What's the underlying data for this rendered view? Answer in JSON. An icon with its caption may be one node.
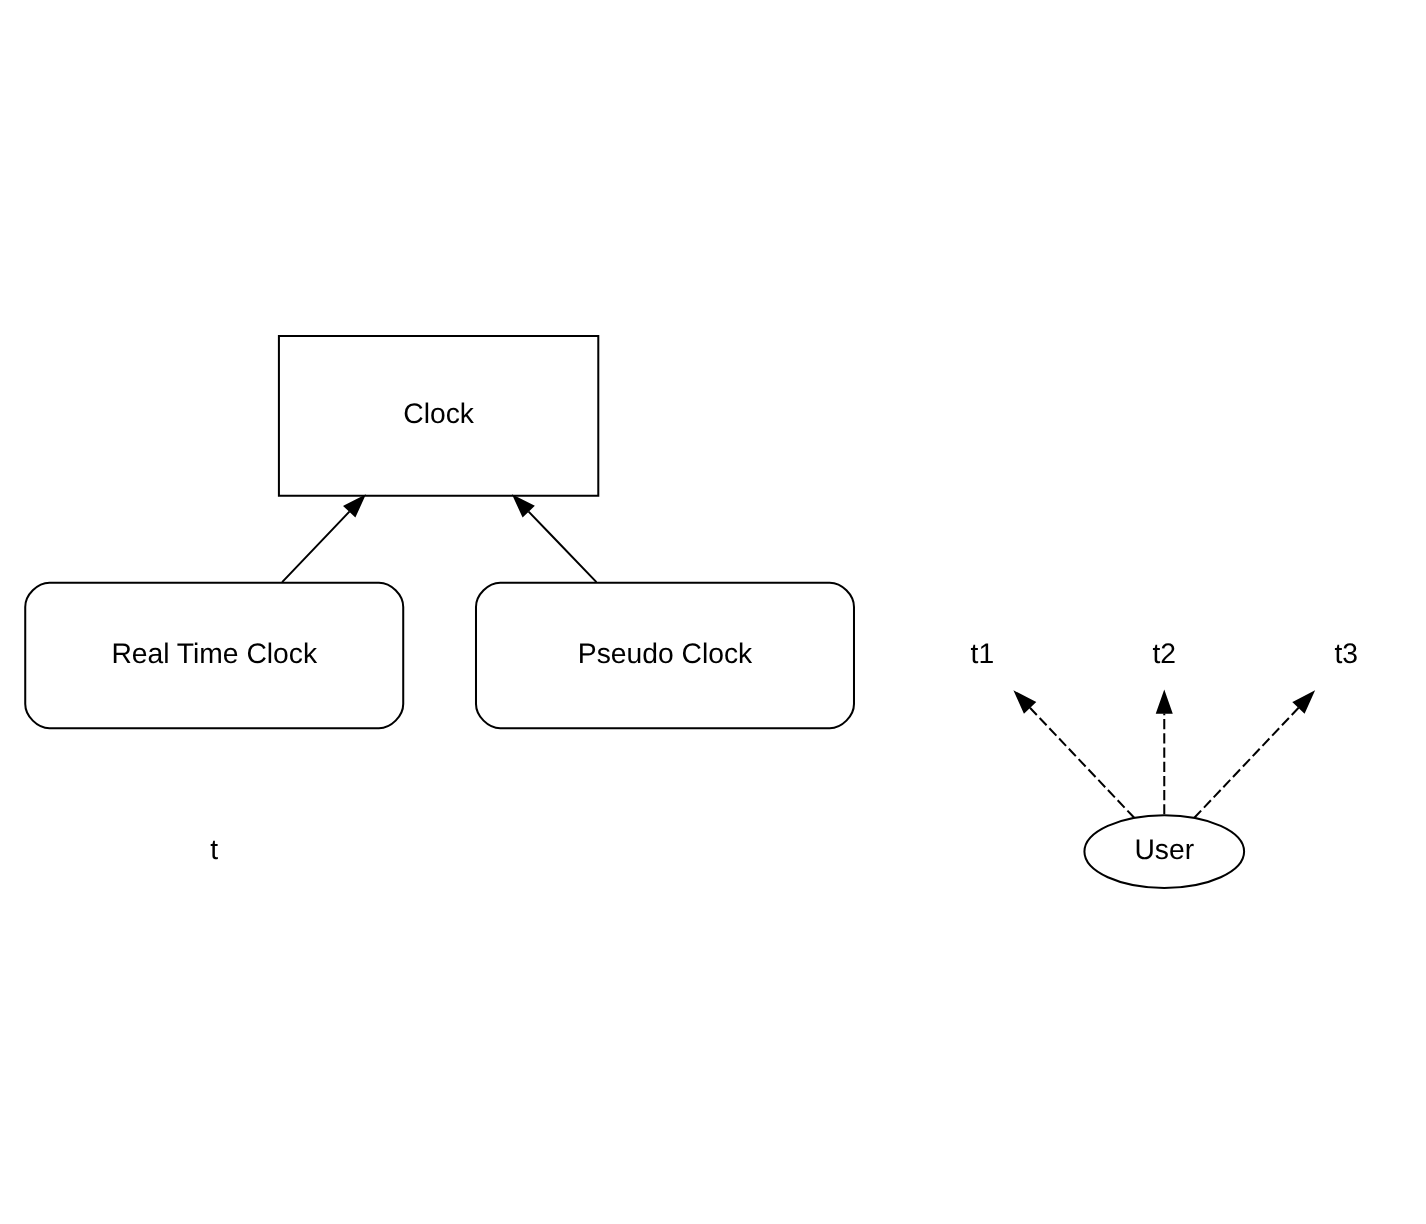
{
  "diagram": {
    "nodes": [
      {
        "text": [
          "Clock"
        ]
      },
      {
        "text": [
          "Real Time Clock"
        ]
      },
      {
        "text": [
          "Pseudo Clock"
        ]
      },
      {
        "text": [
          "t1"
        ]
      },
      {
        "text": [
          "t2"
        ]
      },
      {
        "text": [
          "t3"
        ]
      },
      {
        "text": [
          "User"
        ]
      }
    ],
    "edges": [
      {
        "from": 1,
        "to": 0,
        "arrow": "to"
      },
      {
        "from": 2,
        "to": 0,
        "arrow": "to"
      },
      {
        "from": 6,
        "to": 3,
        "arrow": "to",
        "style": "dashed"
      },
      {
        "from": 6,
        "to": 4,
        "arrow": "to",
        "style": "dashed"
      },
      {
        "from": 6,
        "to": 5,
        "arrow": "to",
        "style": "dashed"
      }
    ],
    "labels": [
      "t"
    ]
  }
}
